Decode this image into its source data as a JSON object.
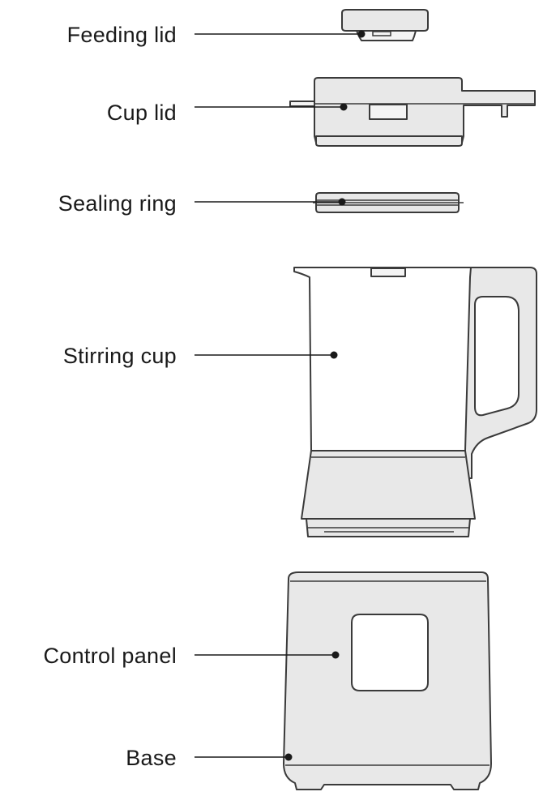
{
  "parts": [
    {
      "id": "feeding-lid",
      "label": "Feeding lid"
    },
    {
      "id": "cup-lid",
      "label": "Cup lid"
    },
    {
      "id": "sealing-ring",
      "label": "Sealing ring"
    },
    {
      "id": "stirring-cup",
      "label": "Stirring cup"
    },
    {
      "id": "control-panel",
      "label": "Control panel"
    },
    {
      "id": "base",
      "label": "Base"
    }
  ],
  "colors": {
    "line": "#1a1a1a",
    "part_fill": "#e8e8e8",
    "part_stroke": "#3a3a3a"
  }
}
